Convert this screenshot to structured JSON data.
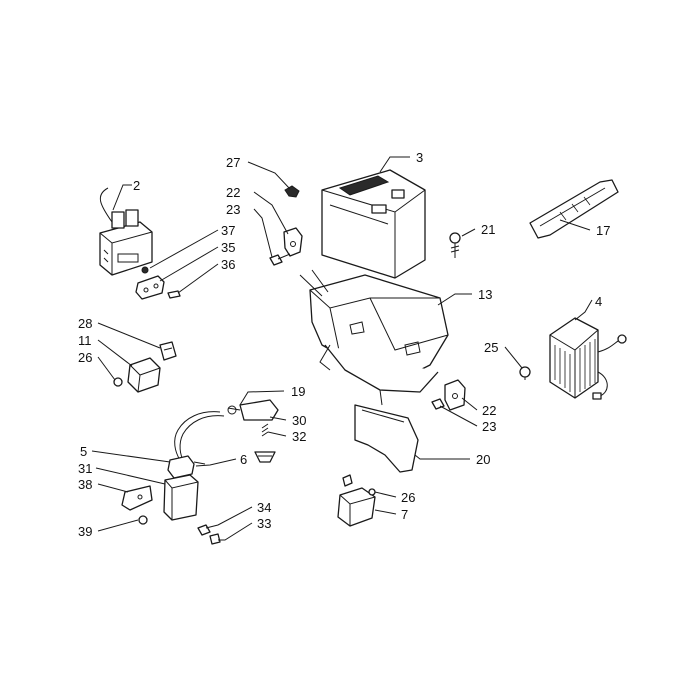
{
  "callouts": [
    {
      "key": "c2",
      "text": "2"
    },
    {
      "key": "c37",
      "text": "37"
    },
    {
      "key": "c35",
      "text": "35"
    },
    {
      "key": "c36",
      "text": "36"
    },
    {
      "key": "c27",
      "text": "27"
    },
    {
      "key": "c22a",
      "text": "22"
    },
    {
      "key": "c23a",
      "text": "23"
    },
    {
      "key": "c3",
      "text": "3"
    },
    {
      "key": "c21",
      "text": "21"
    },
    {
      "key": "c17",
      "text": "17"
    },
    {
      "key": "c13",
      "text": "13"
    },
    {
      "key": "c4",
      "text": "4"
    },
    {
      "key": "c28",
      "text": "28"
    },
    {
      "key": "c11",
      "text": "11"
    },
    {
      "key": "c26a",
      "text": "26"
    },
    {
      "key": "c25",
      "text": "25"
    },
    {
      "key": "c19",
      "text": "19"
    },
    {
      "key": "c30",
      "text": "30"
    },
    {
      "key": "c32",
      "text": "32"
    },
    {
      "key": "c22b",
      "text": "22"
    },
    {
      "key": "c23b",
      "text": "23"
    },
    {
      "key": "c5",
      "text": "5"
    },
    {
      "key": "c31",
      "text": "31"
    },
    {
      "key": "c6",
      "text": "6"
    },
    {
      "key": "c20",
      "text": "20"
    },
    {
      "key": "c38",
      "text": "38"
    },
    {
      "key": "c26b",
      "text": "26"
    },
    {
      "key": "c34",
      "text": "34"
    },
    {
      "key": "c7",
      "text": "7"
    },
    {
      "key": "c39",
      "text": "39"
    },
    {
      "key": "c33",
      "text": "33"
    }
  ],
  "colors": {
    "ink": "#1a1a1a",
    "paper": "#ffffff"
  }
}
